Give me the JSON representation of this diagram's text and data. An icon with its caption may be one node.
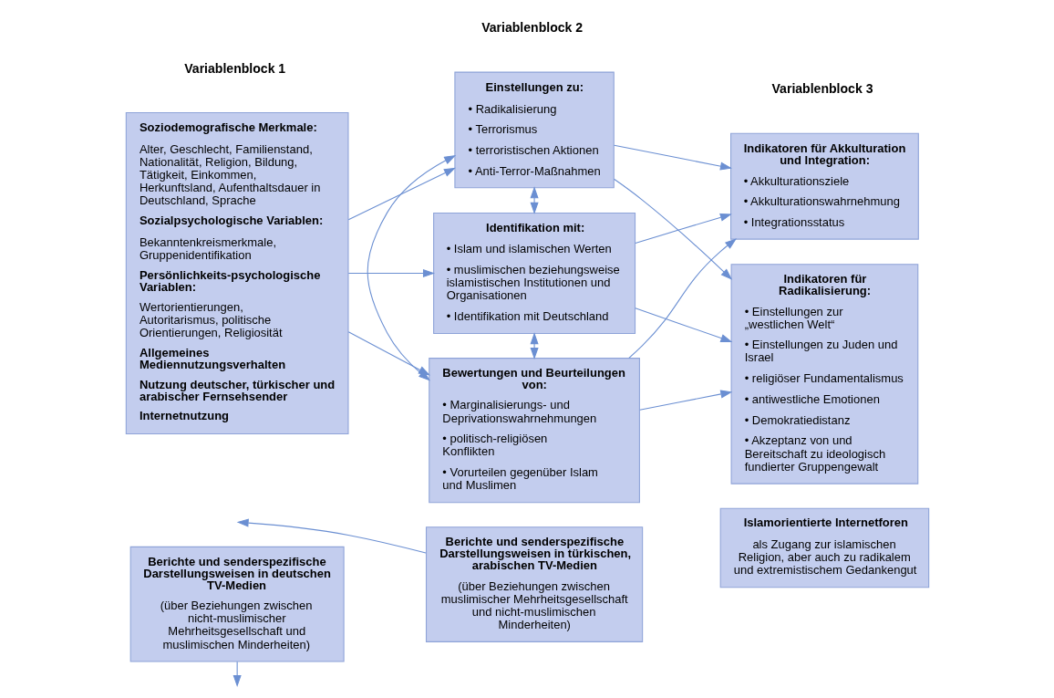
{
  "diagram": {
    "nodes": [
      {
        "text": [
          "Berichte und senderspezifische Darstellungsweisen in deutschen TV-Medien",
          "(über Beziehungen zwischen nicht-muslimischer Mehrheitsgesellschaft und muslimischen Minderheiten)"
        ]
      },
      {
        "text": [
          "Berichte und senderspezifische Darstellungsweisen in türkischen, arabischen TV-Medien",
          "(über Beziehungen zwischen muslimischer Mehrheitsgesellschaft und nicht-muslimischen Minderheiten)"
        ]
      },
      {
        "text": [
          "Islamorientierte Internetforen",
          "als Zugang zur islamischen Religion, aber auch zu radikalem und extremistischem Gedankengut"
        ]
      },
      {
        "text": [
          "Soziodemografische Merkmale:",
          "Alter, Geschlecht, Familienstand, Nationalität, Religion, Bildung, Tätigkeit, Einkommen, Herkunftsland, Aufenthaltsdauer in Deutschland, Sprache",
          "Sozialpsychologische Variablen:",
          "Bekanntenkreismerkmale, Gruppenidentifikation",
          "Persönlichkeits-psychologische Variablen:",
          "Wertorientierungen, Autoritarismus, politische Orientierungen, Religiosität",
          "Allgemeines Mediennutzungsverhalten",
          "Nutzung deutscher, türkischer und arabischer Fernsehsender",
          "Internetnutzung"
        ]
      },
      {
        "text": [
          "Einstellungen zu:",
          "• Radikalisierung",
          "• Terrorismus",
          "• terroristischen Aktionen",
          "• Anti-Terror-Maßnahmen"
        ]
      },
      {
        "text": [
          "Identifikation mit:",
          "• Islam und islamischen Werten",
          "• muslimischen beziehungsweise islamistischen Institutionen und Organisationen",
          "• Identifikation mit Deutschland"
        ]
      },
      {
        "text": [
          "Bewertungen und Beurteilungen von:",
          "• Marginalisierungs- und Deprivationswahrnehmungen",
          "• politisch-religiösen Konflikten",
          "• Vorurteilen gegenüber Islam und Muslimen"
        ]
      },
      {
        "text": [
          "Indikatoren für Akkulturation und Integration:",
          "• Akkulturationsziele",
          "• Akkulturationswahrnehmung",
          "• Integrationsstatus"
        ]
      },
      {
        "text": [
          "Indikatoren für Radikalisierung:",
          "• Einstellungen zur „westlichen Welt“",
          "• Einstellungen zu Juden und Israel",
          "• religiöser Fundamentalismus",
          "• antiwestliche Emotionen",
          "• Demokratiedistanz",
          "• Akzeptanz von und Bereitschaft zu ideologisch fundierter Gruppengewalt"
        ]
      }
    ],
    "edges": [
      {
        "from": 0,
        "to": null,
        "arrow": "to"
      },
      {
        "from": 1,
        "to": null,
        "arrow": "to"
      },
      {
        "from": 3,
        "to": 4,
        "arrow": "to"
      },
      {
        "from": 3,
        "to": 5,
        "arrow": "to"
      },
      {
        "from": 3,
        "to": 6,
        "arrow": "to"
      },
      {
        "from": 4,
        "to": 5,
        "arrow": "both"
      },
      {
        "from": 5,
        "to": 6,
        "arrow": "both"
      },
      {
        "from": 4,
        "to": 6,
        "arrow": "both"
      },
      {
        "from": 4,
        "to": 7,
        "arrow": "to"
      },
      {
        "from": 4,
        "to": 8,
        "arrow": "to"
      },
      {
        "from": 5,
        "to": 7,
        "arrow": "to"
      },
      {
        "from": 5,
        "to": 8,
        "arrow": "to"
      },
      {
        "from": 6,
        "to": 7,
        "arrow": "to"
      },
      {
        "from": 6,
        "to": 8,
        "arrow": "to"
      }
    ],
    "labels": [
      "Variablenblock 1",
      "Variablenblock 2",
      "Variablenblock 3"
    ]
  }
}
